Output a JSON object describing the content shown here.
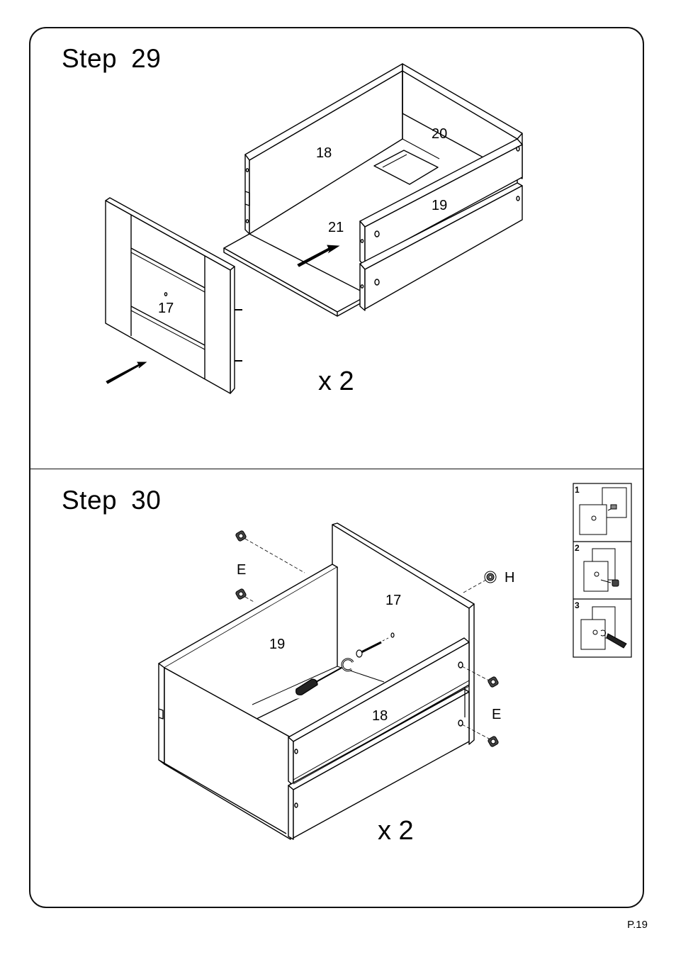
{
  "step29": {
    "title_word": "Step",
    "title_number": "29",
    "parts": {
      "p17": "17",
      "p18": "18",
      "p19": "19",
      "p20": "20",
      "p21": "21"
    },
    "multiplier": "x 2"
  },
  "step30": {
    "title_word": "Step",
    "title_number": "30",
    "parts": {
      "p17": "17",
      "p18": "18",
      "p19": "19"
    },
    "hardware": {
      "e_top": "E",
      "e_right": "E",
      "h": "H"
    },
    "multiplier": "x 2",
    "inset_steps": [
      "1",
      "2",
      "3"
    ]
  },
  "page": {
    "number": "P.19"
  }
}
